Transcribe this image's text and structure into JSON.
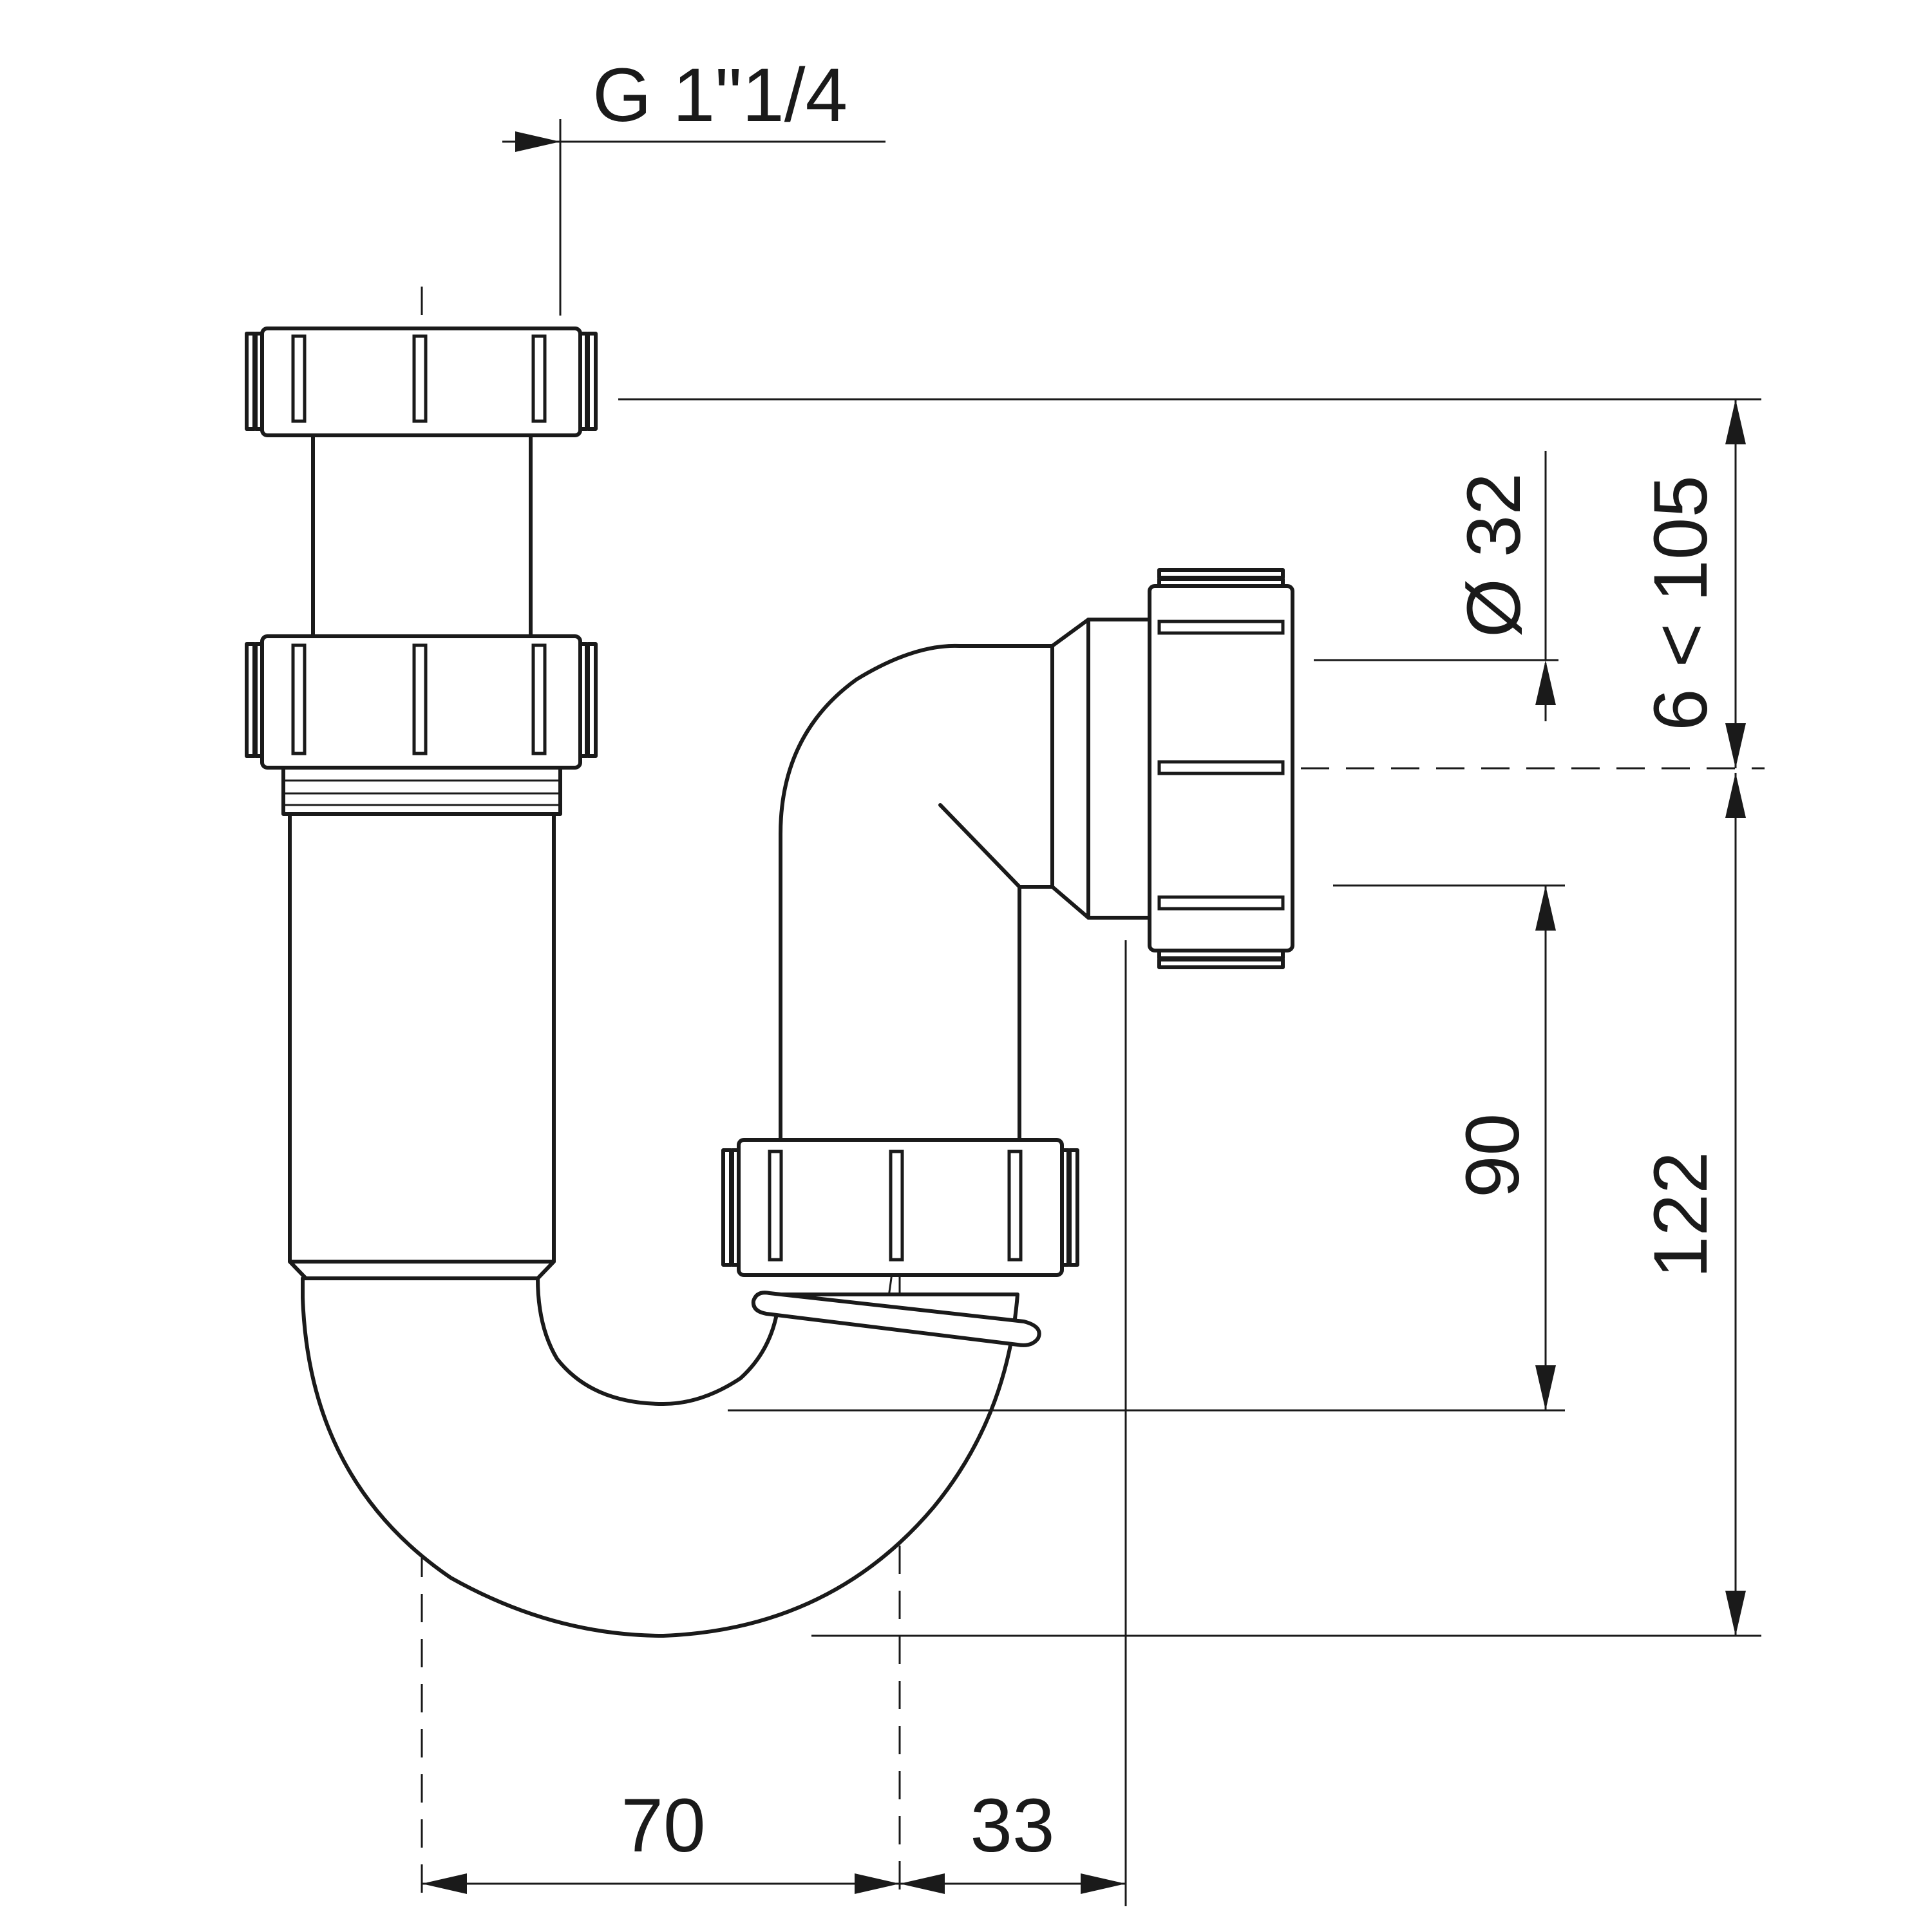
{
  "dimensions": {
    "thread": "G 1\"1/4",
    "outlet_diameter": "Ø 32",
    "height_range": "6 < 105",
    "total_height": "122",
    "outlet_height": "90",
    "trap_width": "70",
    "outlet_offset": "33"
  },
  "colors": {
    "line": "#1a1a1a",
    "background": "#ffffff"
  }
}
